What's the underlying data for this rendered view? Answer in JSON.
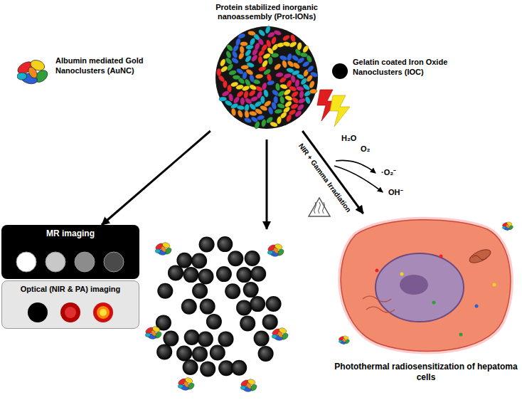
{
  "diagram": {
    "nodes": [
      {
        "text": [
          "Protein stabilized inorganic nanoassembly (Prot-IONs)"
        ]
      },
      {
        "text": [
          "MR imaging"
        ]
      },
      {
        "text": [
          "Optical (NIR & PA) imaging"
        ]
      },
      {
        "text": [
          "Photothermal radiosensitization of hepatoma cells"
        ]
      }
    ],
    "edges": [
      {
        "from": 0,
        "to": 1,
        "arrow": "to"
      },
      {
        "from": 0,
        "to": 3,
        "label": "NIR + Gamma Irradiation",
        "arrow": "to"
      }
    ],
    "labels": [
      "H₂O",
      "O₂",
      "·O₂⁻",
      "OH⁻"
    ],
    "legend": [
      {
        "text": "Albumin mediated Gold Nanoclusters (AuNC)"
      },
      {
        "text": "Gelatin coated Iron Oxide Nanoclusters (IOC)",
        "color": "#000000"
      }
    ]
  }
}
